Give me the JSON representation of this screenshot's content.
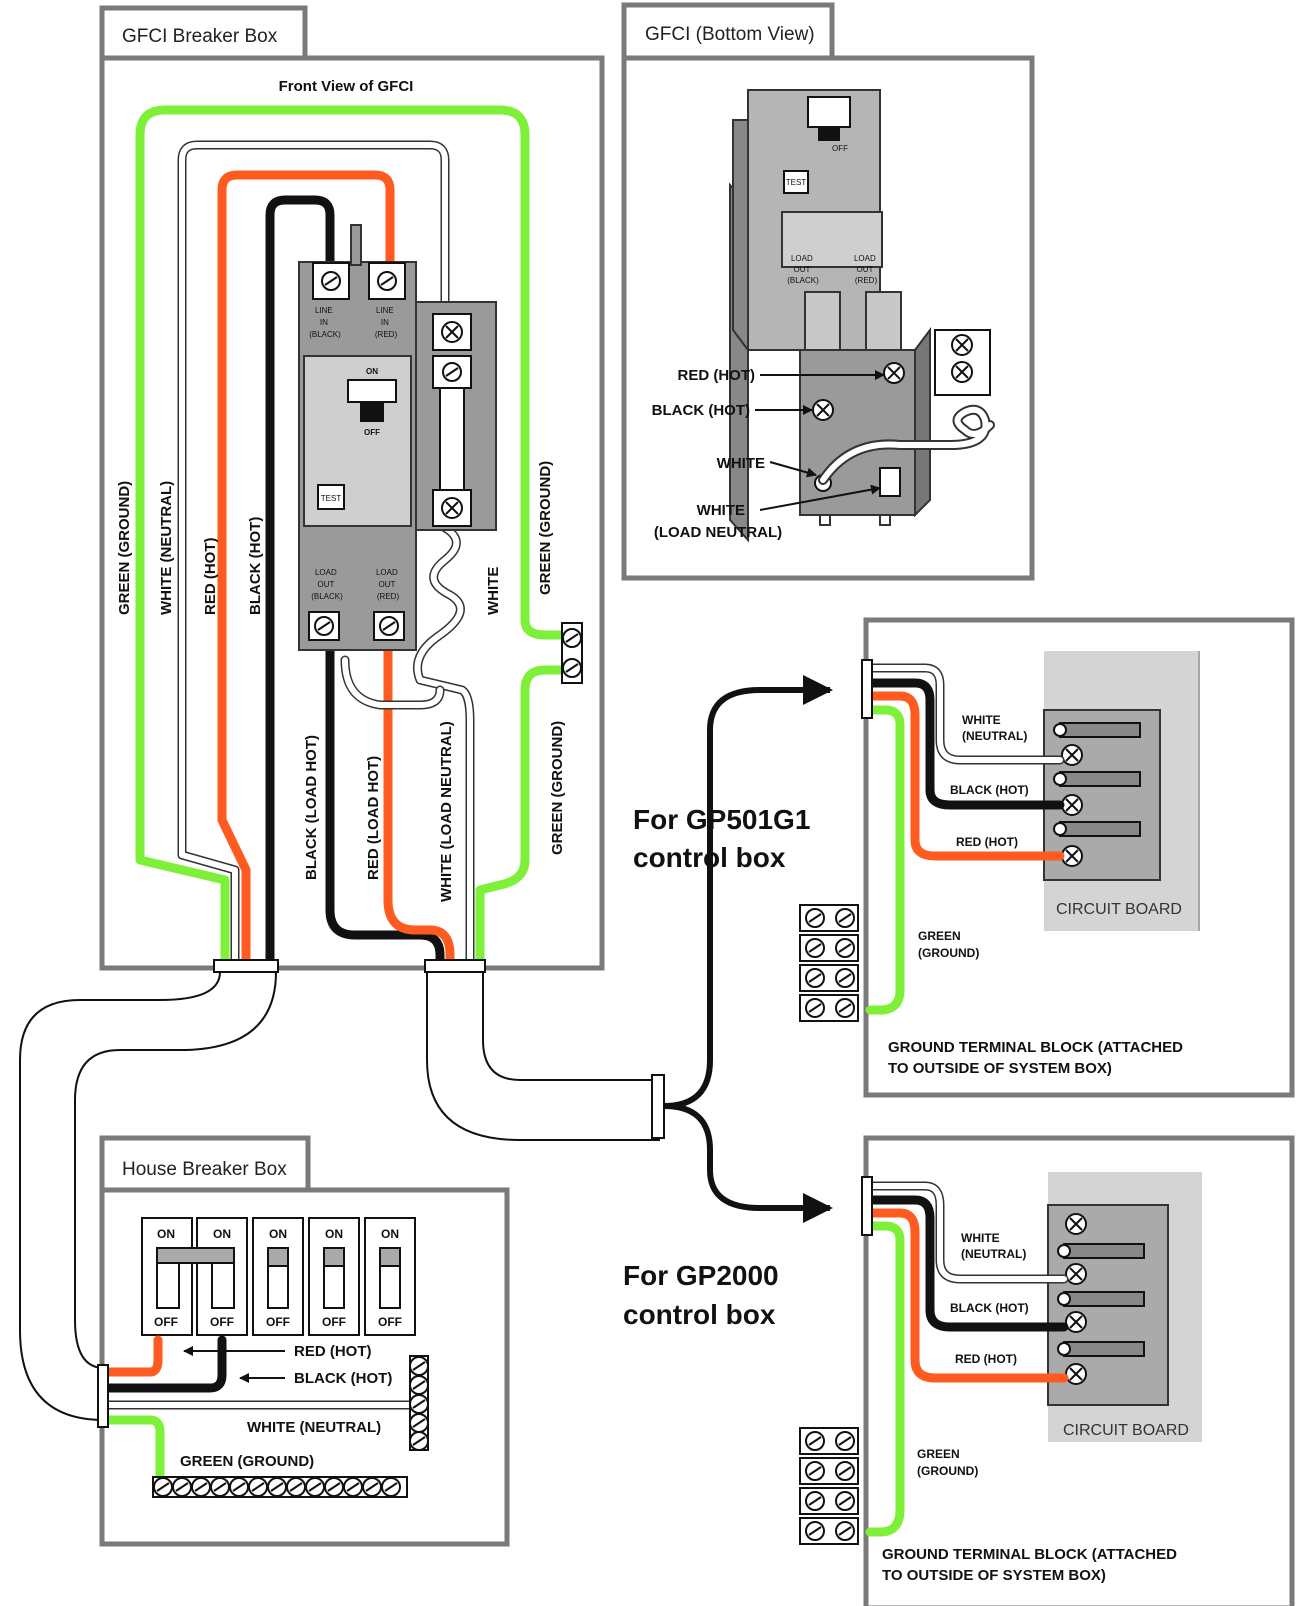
{
  "gfci_box": {
    "tab": "GFCI Breaker Box",
    "subtitle": "Front View of GFCI",
    "wire_labels": [
      "GREEN (GROUND)",
      "WHITE (NEUTRAL)",
      "RED (HOT)",
      "BLACK (HOT)",
      "BLACK (LOAD HOT)",
      "RED (LOAD HOT)",
      "WHITE (LOAD NEUTRAL)",
      "GREEN (GROUND)",
      "GREEN (GROUND)",
      "WHITE"
    ],
    "breaker": {
      "line_in_black": [
        "LINE",
        "IN",
        "(BLACK)"
      ],
      "line_in_red": [
        "LINE",
        "IN",
        "(RED)"
      ],
      "on": "ON",
      "off": "OFF",
      "test": "TEST",
      "load_out_black": [
        "LOAD",
        "OUT",
        "(BLACK)"
      ],
      "load_out_red": [
        "LOAD",
        "OUT",
        "(RED)"
      ]
    }
  },
  "gfci_bottom": {
    "tab": "GFCI (Bottom View)",
    "off": "OFF",
    "test": "TEST",
    "load_out_black": [
      "LOAD",
      "OUT",
      "(BLACK)"
    ],
    "load_out_red": [
      "LOAD",
      "OUT",
      "(RED)"
    ],
    "labels": [
      "RED (HOT)",
      "BLACK (HOT)",
      "WHITE",
      "WHITE",
      "(LOAD NEUTRAL)"
    ]
  },
  "house_box": {
    "tab": "House Breaker Box",
    "switch_on": "ON",
    "switch_off": "OFF",
    "labels": [
      "RED (HOT)",
      "BLACK (HOT)",
      "WHITE (NEUTRAL)",
      "GREEN (GROUND)"
    ]
  },
  "gp501": {
    "heading": [
      "For GP501G1",
      "control box"
    ],
    "white": [
      "WHITE",
      "(NEUTRAL)"
    ],
    "black": "BLACK (HOT)",
    "red": "RED (HOT)",
    "circuit": "CIRCUIT BOARD",
    "green": [
      "GREEN",
      "(GROUND)"
    ],
    "ground_block": [
      "GROUND TERMINAL BLOCK (ATTACHED",
      "TO OUTSIDE OF SYSTEM BOX)"
    ]
  },
  "gp2000": {
    "heading": [
      "For GP2000",
      "control box"
    ],
    "white": [
      "WHITE",
      "(NEUTRAL)"
    ],
    "black": "BLACK (HOT)",
    "red": "RED (HOT)",
    "circuit": "CIRCUIT BOARD",
    "green": [
      "GREEN",
      "(GROUND)"
    ],
    "ground_block": [
      "GROUND TERMINAL BLOCK (ATTACHED",
      "TO OUTSIDE OF SYSTEM BOX)"
    ]
  }
}
